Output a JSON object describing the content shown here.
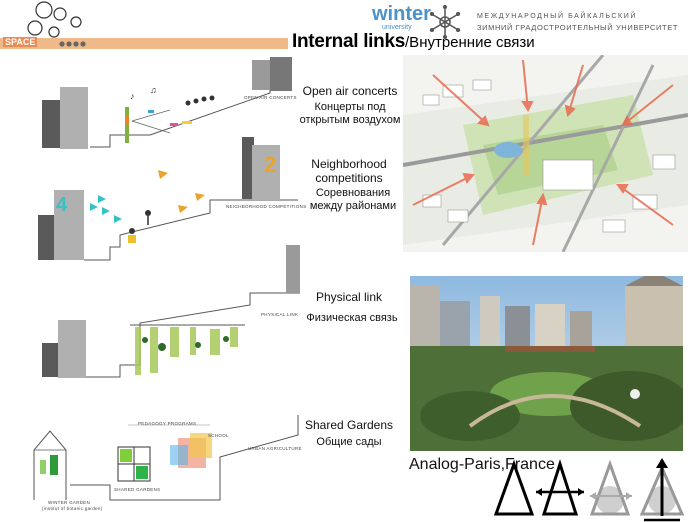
{
  "header": {
    "space_label": "SPACE",
    "logo_word": "winter",
    "logo_sub": "university",
    "uni_line1": "МЕЖДУНАРОДНЫЙ БАЙКАЛЬСКИЙ",
    "uni_line2": "ЗИМНИЙ ГРАДОСТРОИТЕЛЬНЫЙ УНИВЕРСИТЕТ",
    "title_en": "Internal links",
    "title_ru": "/Внутренние связи"
  },
  "rows": [
    {
      "en": "Open air concerts",
      "ru": "Концерты под открытым воздухом",
      "tag": "OPEN AIR CONCERTS"
    },
    {
      "en": "Neighborhood competitions",
      "ru": "Соревнования между районами",
      "tag": "NEIGHBORHOOD COMPETITIONS"
    },
    {
      "en": "Physical link",
      "ru": "Физическая связь",
      "tag": "PHYSICAL LINK"
    },
    {
      "en": "Shared Gardens",
      "ru": "Общие сады",
      "tag": "URBAN AGRICULTURE"
    }
  ],
  "section_numbers": {
    "left": "4",
    "right": "2"
  },
  "garden_labels": {
    "winter_garden": "WINTER GARDEN",
    "winter_garden_sub": "(institut of botanic garden)",
    "shared": "SHARED GARDENS",
    "pedagogy": "PEDAGOGY PROGRAMS",
    "school": "SCHOOL"
  },
  "analog": "Analog-Paris,France",
  "colors": {
    "header_band": "#f0b98a",
    "logo_blue": "#4a92c8",
    "number_teal": "#37c1c4",
    "number_orange": "#e8a52e"
  }
}
